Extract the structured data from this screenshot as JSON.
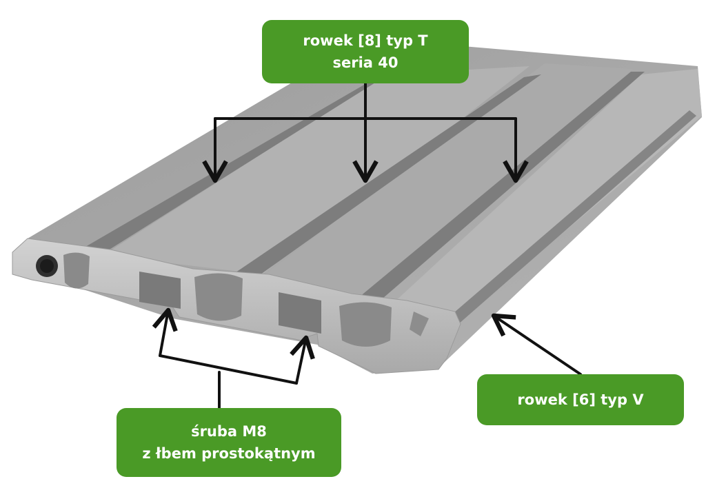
{
  "callouts": {
    "t_slot": {
      "line1": "rowek [8] typ T",
      "line2": "seria 40"
    },
    "bolt": {
      "line1": "śruba M8",
      "line2": "z łbem prostokątnym"
    },
    "v_groove": {
      "line1": "rowek [6] typ V"
    }
  },
  "colors": {
    "callout_bg": "#4a9a26",
    "callout_text": "#ffffff",
    "arrow": "#111111",
    "aluminum_top": "#a3a3a3",
    "aluminum_front": "#c4c4c4"
  },
  "icons": [
    "aluminum-profile-illustration",
    "arrow-icon"
  ]
}
